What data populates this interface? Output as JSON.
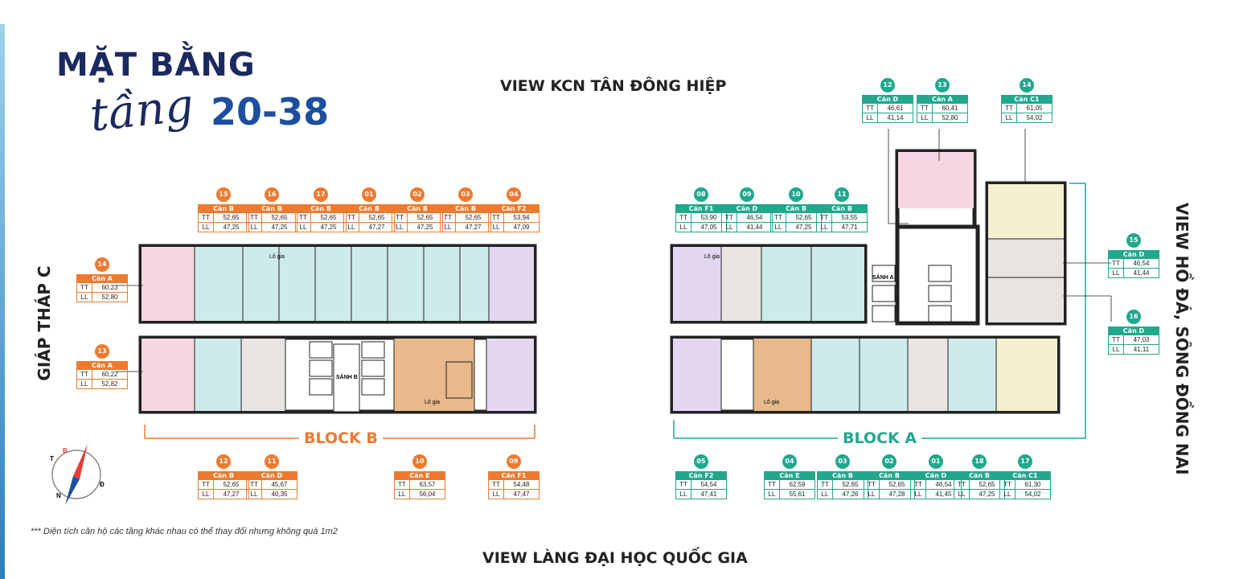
{
  "title": {
    "line1": "MẶT BẰNG",
    "script": "tầng",
    "floors": "20-38"
  },
  "views": {
    "top": "VIEW KCN TÂN ĐÔNG HIỆP",
    "bottom": "VIEW LÀNG ĐẠI HỌC QUỐC GIA",
    "left": "GIÁP THÁP C",
    "right": "VIEW HỒ ĐÁ, SÔNG ĐỒNG NAI"
  },
  "note": "*** Diện tích căn hộ các tầng khác nhau có thể thay đổi nhưng không quá 1m2",
  "blocks": {
    "b": "BLOCK B",
    "a": "BLOCK A"
  },
  "row_labels": {
    "tt": "TT",
    "ll": "LL"
  },
  "compass": {
    "n": "B",
    "e": "Đ",
    "s": "N",
    "w": "T"
  },
  "colors": {
    "orange": "#ee7a2f",
    "teal": "#21a88c",
    "navy": "#1b2a5e",
    "blue": "#1d4fa0"
  },
  "units_b": [
    {
      "num": "15",
      "type": "Căn B",
      "tt": "52,65",
      "ll": "47,25"
    },
    {
      "num": "16",
      "type": "Căn B",
      "tt": "52,65",
      "ll": "47,25"
    },
    {
      "num": "17",
      "type": "Căn B",
      "tt": "52,65",
      "ll": "47,25"
    },
    {
      "num": "01",
      "type": "Căn B",
      "tt": "52,65",
      "ll": "47,27"
    },
    {
      "num": "02",
      "type": "Căn B",
      "tt": "52,65",
      "ll": "47,25"
    },
    {
      "num": "03",
      "type": "Căn B",
      "tt": "52,65",
      "ll": "47,27"
    },
    {
      "num": "04",
      "type": "Căn F2",
      "tt": "53,94",
      "ll": "47,09"
    },
    {
      "num": "14",
      "type": "Căn A",
      "tt": "60,23",
      "ll": "52,80"
    },
    {
      "num": "13",
      "type": "Căn A",
      "tt": "60,22",
      "ll": "52,82"
    },
    {
      "num": "12",
      "type": "Căn B",
      "tt": "52,65",
      "ll": "47,27"
    },
    {
      "num": "11",
      "type": "Căn D",
      "tt": "45,67",
      "ll": "40,35"
    },
    {
      "num": "10",
      "type": "Căn E",
      "tt": "63,57",
      "ll": "56,04"
    },
    {
      "num": "09",
      "type": "Căn F1",
      "tt": "54,48",
      "ll": "47,47"
    }
  ],
  "units_a": [
    {
      "num": "12",
      "type": "Căn D",
      "tt": "46,61",
      "ll": "41,14"
    },
    {
      "num": "13",
      "type": "Căn A",
      "tt": "60,41",
      "ll": "52,80"
    },
    {
      "num": "14",
      "type": "Căn C1",
      "tt": "61,05",
      "ll": "54,02"
    },
    {
      "num": "08",
      "type": "Căn F1",
      "tt": "53,90",
      "ll": "47,05"
    },
    {
      "num": "09",
      "type": "Căn D",
      "tt": "46,54",
      "ll": "41,44"
    },
    {
      "num": "10",
      "type": "Căn B",
      "tt": "52,65",
      "ll": "47,25"
    },
    {
      "num": "11",
      "type": "Căn B",
      "tt": "53,55",
      "ll": "47,71"
    },
    {
      "num": "15",
      "type": "Căn D",
      "tt": "46,54",
      "ll": "41,44"
    },
    {
      "num": "16",
      "type": "Căn D",
      "tt": "47,03",
      "ll": "41,11"
    },
    {
      "num": "05",
      "type": "Căn F2",
      "tt": "54,54",
      "ll": "47,41"
    },
    {
      "num": "04",
      "type": "Căn E",
      "tt": "62,59",
      "ll": "55,61"
    },
    {
      "num": "03",
      "type": "Căn B",
      "tt": "52,65",
      "ll": "47,26"
    },
    {
      "num": "02",
      "type": "Căn B",
      "tt": "52,65",
      "ll": "47,28"
    },
    {
      "num": "01",
      "type": "Căn D",
      "tt": "46,54",
      "ll": "41,45"
    },
    {
      "num": "18",
      "type": "Căn B",
      "tt": "52,65",
      "ll": "47,25"
    },
    {
      "num": "17",
      "type": "Căn C1",
      "tt": "61,30",
      "ll": "54,02"
    }
  ],
  "plan_labels": {
    "loggia": "Lô gia",
    "lobby_b": "SẢNH B",
    "lobby_a": "SẢNH A"
  }
}
